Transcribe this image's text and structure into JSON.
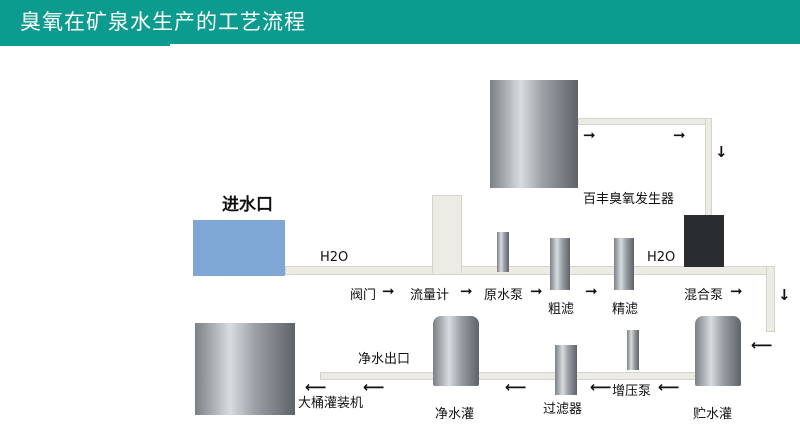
{
  "header": {
    "title": "臭氧在矿泉水生产的工艺流程",
    "color": "#0c9c8f"
  },
  "diagram": {
    "inlet_label": "进水口",
    "h2o_labels": [
      "H2O",
      "H2O"
    ],
    "generator_label": "百丰臭氧发生器",
    "top_row": [
      "阀门",
      "流量计",
      "原水泵",
      "粗滤",
      "精滤",
      "混合泵"
    ],
    "bottom_row": [
      "贮水灌",
      "增压泵",
      "过滤器",
      "净水灌",
      "大桶灌装机"
    ],
    "outlet_label": "净水出口",
    "arrows": {
      "right": "➞",
      "left": "⟵",
      "down": "↓"
    }
  }
}
